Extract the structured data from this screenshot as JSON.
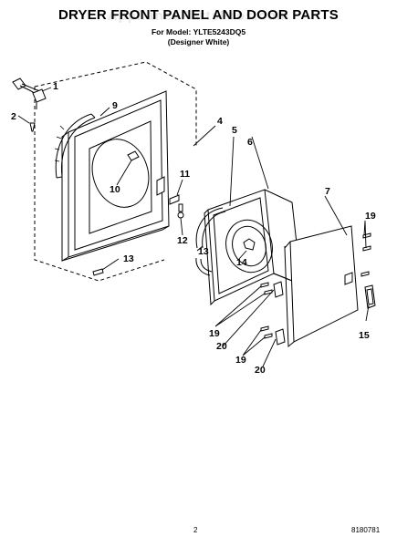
{
  "header": {
    "title": "DRYER FRONT PANEL AND DOOR PARTS",
    "model_line": "For Model: YLTE5243DQ5",
    "color_line": "(Designer White)",
    "watermark": "AppliancePartsPros.com"
  },
  "callouts": {
    "c1": "1",
    "c2": "2",
    "c4": "4",
    "c5": "5",
    "c6": "6",
    "c7": "7",
    "c9": "9",
    "c10": "10",
    "c11": "11",
    "c12": "12",
    "c13a": "13",
    "c13b": "13",
    "c14": "14",
    "c15": "15",
    "c19a": "19",
    "c19b": "19",
    "c19c": "19",
    "c20a": "20",
    "c20b": "20"
  },
  "footer": {
    "page_number": "2",
    "part_number": "8180781"
  }
}
